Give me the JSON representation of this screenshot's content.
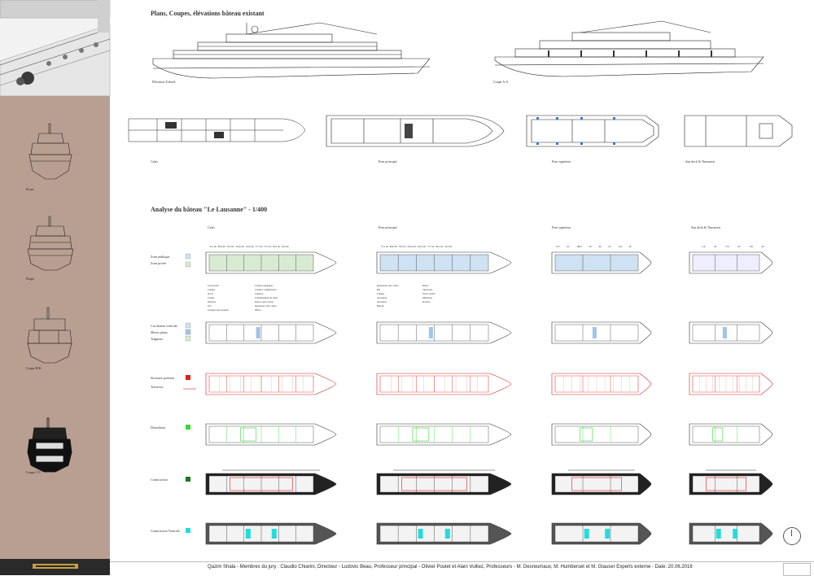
{
  "sidebar": {
    "views": [
      {
        "label": "Proue"
      },
      {
        "label": "Poupe"
      },
      {
        "label": "Coupe B-B"
      },
      {
        "label": "Coupe C-C"
      }
    ]
  },
  "header": {
    "title": "Plans, Coupes, élévations bâteau existant"
  },
  "elevations": [
    {
      "label": "Élévation Tribord"
    },
    {
      "label": "Coupe A-A"
    }
  ],
  "deck_plans": [
    {
      "label": "Cales"
    },
    {
      "label": "Pont principal"
    },
    {
      "label": "Pont supérieur"
    },
    {
      "label": "Sun deck & Timonerie"
    }
  ],
  "analysis": {
    "title": "Analyse du bâteau \"Le Lausanne\" - 1/400",
    "columns": [
      "Cales",
      "Pont principal",
      "Pont supérieur",
      "Sun deck & Timonerie"
    ],
    "rows": [
      {
        "legend": [
          "Zone publique",
          "Zone privée"
        ],
        "swatches": [
          "#cfe2f3",
          "#d9ead3"
        ]
      },
      {
        "legend": [
          "Circulation verticale",
          "Mezzo plano",
          "Trappons"
        ],
        "swatches": [
          "#cfe2f3",
          "#9fc5e8",
          "#d9ead3"
        ]
      },
      {
        "legend": [
          "Structure porteuse",
          "Traverses"
        ],
        "swatches": [
          "#e02020"
        ]
      },
      {
        "legend": [
          "Démolition"
        ],
        "swatches": [
          "#33dd33"
        ]
      },
      {
        "legend": [
          "Construction"
        ],
        "swatches": [
          "#1a7a1a"
        ]
      },
      {
        "legend": [
          "Construction Verticale"
        ],
        "swatches": [
          "#22dddd"
        ]
      }
    ],
    "cales_room_list_a": [
      "Gouvernail",
      "Cuisine",
      "Stock",
      "Cabine",
      "Moteurs",
      "WC",
      "Groupes électrogènes"
    ],
    "cales_room_list_b": [
      "Cabines équipages",
      "Cabines commissaires",
      "Cuisines",
      "Compartiment de chaix",
      "Espace disco-salon",
      "Restaurant 1ère classe",
      "Office"
    ],
    "main_room_list_a": [
      "Restaurant 1ère classe",
      "Bar",
      "Cuisine",
      "Ascenseur",
      "Sun Deck",
      "Bureau"
    ],
    "main_room_list_b": [
      "Dépôt",
      "Timonerie",
      "Salon central",
      "Infirmerie",
      "Douche"
    ],
    "cales_areas": [
      "37,2 m²",
      "80,8 m²",
      "76,5 m²",
      "103,6 m²",
      "119,3 m²",
      "77,7 m²",
      "73,5 m²",
      "60,2 m²",
      "32,6 m²"
    ],
    "main_areas": [
      "37,2 m²",
      "80,8 m²",
      "76,5 m²",
      "103,6 m²",
      "119,3 m²",
      "77,7 m²",
      "80,2 m²",
      "32,6 m²"
    ],
    "upper_areas": [
      "125 m²",
      "186,3 m²",
      "60 m²",
      "123 m²"
    ],
    "sun_areas": [
      "119 m²",
      "179 m²",
      "136 m²"
    ]
  },
  "footer": {
    "text": "Qazim Shala - Membres du jury : Claudio Chiarini, Directeur - Ludovic Beau, Professeur principal - Olivier Poulet et Alain Vulliez, Professeurs - M. Desreumaux, M. Humberset et M. Glauser  Experts externe - Date: 20.06.2016"
  }
}
